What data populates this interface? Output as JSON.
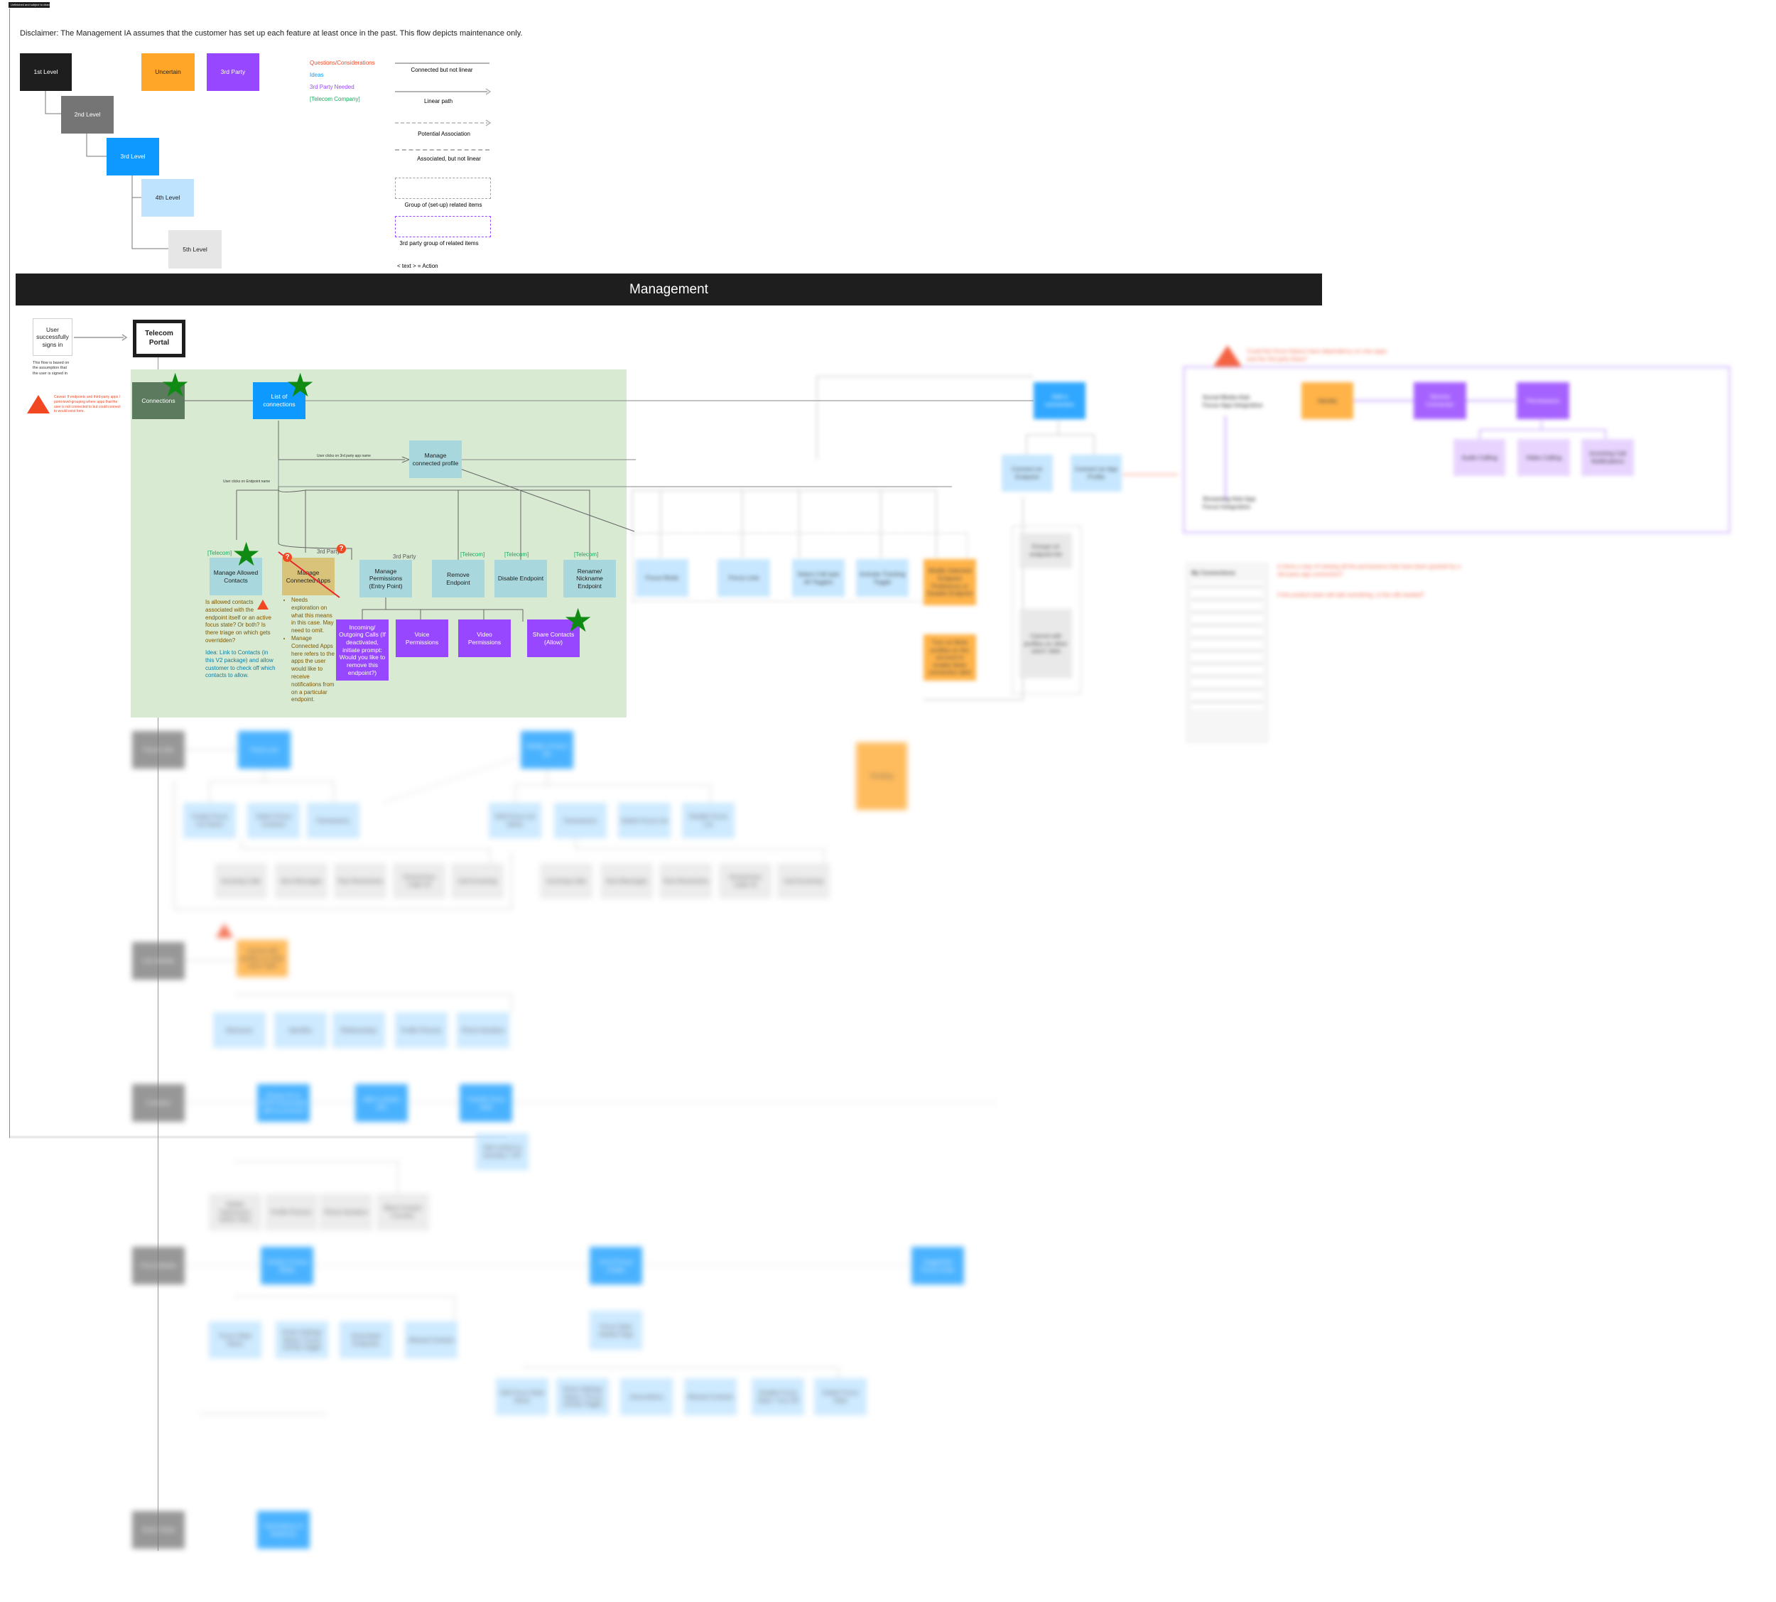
{
  "top_tag": "Unfinished and subject to change",
  "disclaimer": "Disclaimer: The Management IA assumes that the customer has set up each feature at least once in the past. This  flow depicts maintenance only.",
  "legend": {
    "levels": [
      "1st Level",
      "2nd Level",
      "3rd Level",
      "4th Level",
      "5th Level"
    ],
    "uncertain": "Uncertain",
    "third_party": "3rd Party",
    "text_legend": [
      {
        "label": "Questions/Considerations",
        "color": "#f24822"
      },
      {
        "label": "Ideas",
        "color": "#0d99ff"
      },
      {
        "label": "3rd Party Needed",
        "color": "#9747ff"
      },
      {
        "label": "[Telecom Company]",
        "color": "#14ae5c"
      }
    ],
    "lines": [
      "Connected but not linear",
      "Linear path",
      "Potential Association",
      "Associated, but not linear"
    ],
    "groups": [
      "Group of (set-up) related items",
      "3rd party group of  related items"
    ],
    "action": "< text > = Action"
  },
  "colors": {
    "level1": "#1e1e1e",
    "level2": "#757575",
    "level3": "#0d99ff",
    "level4": "#bde3ff",
    "level5": "#e6e6e6",
    "uncertain": "#ffa629",
    "third_party": "#9747ff",
    "group_bg": "#d9ead3",
    "question": "#f24822",
    "telecom": "#14ae5c"
  },
  "banner": "Management",
  "start": {
    "user": "User successfully signs in",
    "user_note": "This flow is based on the assumption that the user is signed in",
    "portal": "Telecom Portal"
  },
  "warning_left": "Caveat: If endpoints and third-party apps / point-level-grouping where apps that the user is not connected to but could connect to would exist here.",
  "group": {
    "connections": "Connections",
    "list": "List of connections",
    "manage_profile": "Manage connected profile",
    "click_third": "User clicks on 3rd party app name",
    "click_endpoint": "User clicks on Endpoint name",
    "children": [
      {
        "tag": "[Telecom]",
        "label": "Manage Allowed Contacts"
      },
      {
        "tag": "3rd Party",
        "label": "Manage Connected Apps"
      },
      {
        "tag": "3rd Party",
        "label": "Manage Permissions (Entry Point)"
      },
      {
        "tag": "[Telecom]",
        "label": "Remove Endpoint"
      },
      {
        "tag": "[Telecom]",
        "label": "Disable Endpoint"
      },
      {
        "tag": "[Telecom]",
        "label": "Rename/ Nickname Endpoint"
      }
    ],
    "permissions": [
      "Incoming/ Outgoing Calls (If deactivated, initiate prompt: Would you like to remove this endpoint?)",
      "Voice Permissions",
      "Video Permissions",
      "Share Contacts (Allow)"
    ],
    "contacts_q": "Is allowed contacts associated with the endpoint itself or an active focus state? Or both? Is there triage on which gets overridden?",
    "contacts_idea": "Idea: Link to Contacts (in this V2 package) and allow customer to check off which contacts to allow.",
    "apps_notes": [
      "Needs exploration on what this means in this case. May need to omit.",
      "Manage Connected Apps here refers to the apps the user would like to receive notifications from on a particular endpoint."
    ]
  },
  "blurred": {
    "level2": [
      "Focus Lists",
      "Live Identity",
      "Contacts",
      "Focus Modes",
      "Active Tasks"
    ],
    "level3": [
      "Add a connection",
      "Focus List",
      "Modify a Focus list",
      "Primary ID or DCID Associated with an account",
      "Add a contact (ID)",
      "Transfer focus state",
      "Create a Focus Mode",
      "List of Focus modes",
      "Suggested Focus mode",
      "Call Delivery & Redirects"
    ],
    "level4": [
      "Connect an Endpoint",
      "Connect an App Profile",
      "Focus Mode",
      "Focus Lists",
      "Select Call type All Toggles",
      "Activate Tracking Toggle",
      "Create Focus List Name",
      "Select Focus Contacts",
      "Permissions",
      "Edit Focus List Name",
      "Permissions",
      "Delete Focus List",
      "Disable Focus List",
      "Nickname",
      "Identifier",
      "Relationships",
      "Profile Pictures",
      "Phone Numbers",
      "Add contact to favorites / VIP",
      "Focus State Name",
      "Active Settings Status / Focus Activity Toggle",
      "Associated Endpoints",
      "Allowed Contacts",
      "Focus State Details Page",
      "Edit Focus State Name",
      "Active Settings Status / Focus Activity Toggle",
      "Associations",
      "Allowed Contacts",
      "Disable Focus State / Turn Off",
      "Delete Focus State"
    ],
    "level5": [
      "Incoming Calls",
      "Sent Messages",
      "Time Restrictions",
      "Anonymous Caller ID",
      "Call Screening",
      "Incoming Calls",
      "Sent Messages",
      "Time Restrictions",
      "Anonymous Caller ID",
      "Call Screening",
      "Delete Submission before Sent",
      "Profile Pictures",
      "Phone Numbers",
      "Block Contact Function",
      "Groups on endpoint list"
    ],
    "uncertain": [
      "Modify Selected Endpoint Preference or Disable Endpoint",
      "Turn on Mute profiles on the account to enable Mute connection alert",
      "Pending",
      "Cannot edit profiles on other users' data"
    ],
    "third_party": [
      "Identity",
      "Service Connector",
      "Permissions"
    ],
    "third_light": [
      "Audio Calling",
      "Video Calling",
      "Incoming Call Notifications"
    ],
    "third_group": [
      "Social Media Hub Focus App Integration",
      "Streaming Hub App Focus Integration"
    ],
    "right_warning": "Could this focus feature have dependency on new apps and the 3rd party flows?",
    "right_notes": [
      "Is there a way of viewing all the permissions that have been granted by a 3rd party app connection?",
      "If the product team will add something, is this still needed?"
    ],
    "card_title": "My Connections"
  }
}
